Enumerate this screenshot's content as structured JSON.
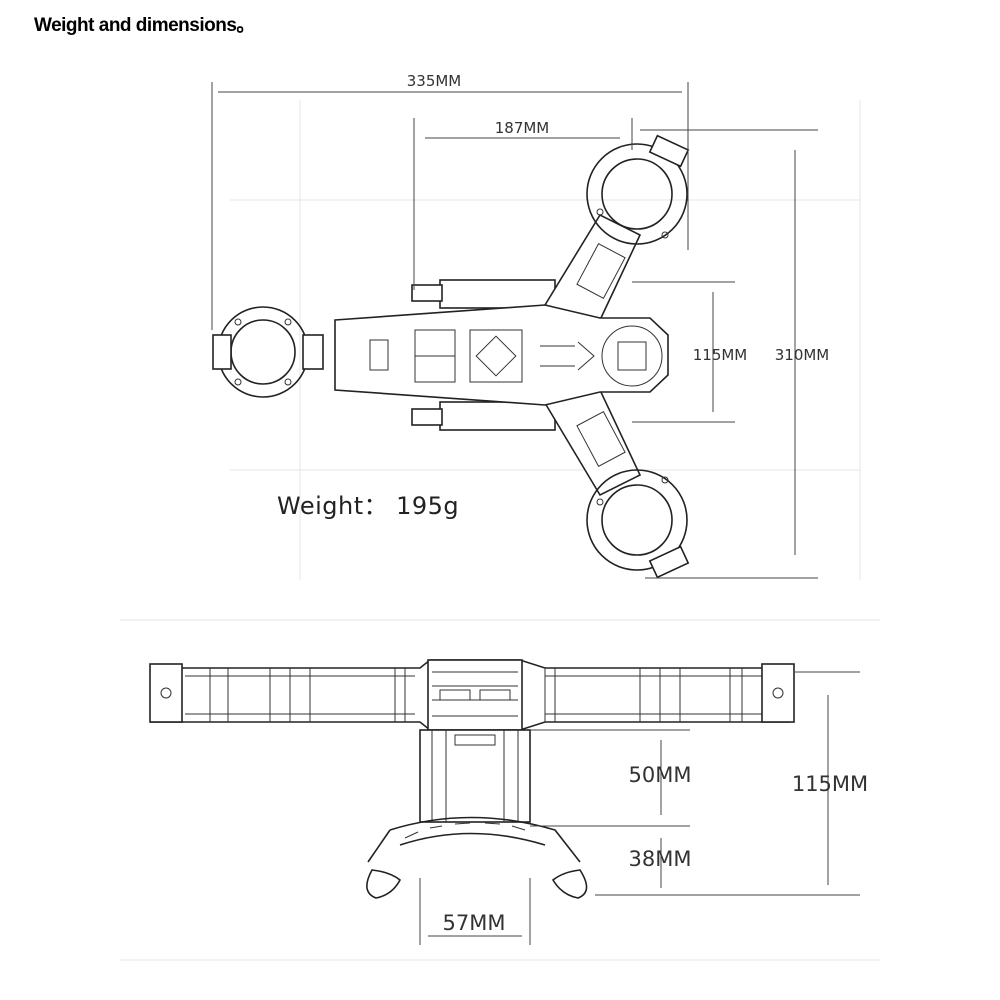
{
  "title": "Weight and dimensions。",
  "weight": {
    "label": "Weight：",
    "value": "195g"
  },
  "top_view": {
    "width_overall": "335MM",
    "width_arms": "187MM",
    "height_overall": "310MM",
    "hub_height": "115MM"
  },
  "side_view": {
    "total_height": "115MM",
    "body_height": "50MM",
    "gear_height": "38MM",
    "gear_width": "57MM"
  },
  "colors": {
    "line": "#222222",
    "text": "#333333",
    "background": "#ffffff"
  }
}
